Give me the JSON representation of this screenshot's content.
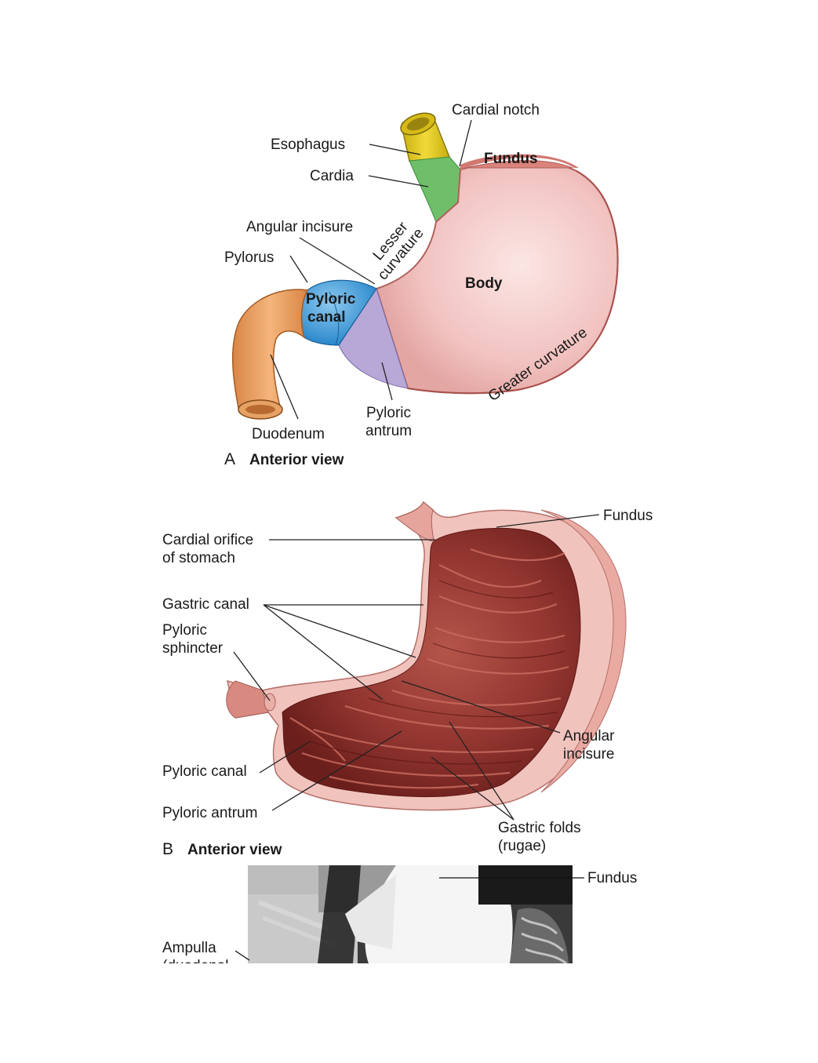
{
  "panel_a": {
    "letter": "A",
    "caption": "Anterior view",
    "labels": {
      "cardial_notch": "Cardial notch",
      "esophagus": "Esophagus",
      "cardia": "Cardia",
      "fundus": "Fundus",
      "angular_incisure": "Angular incisure",
      "pylorus": "Pylorus",
      "lesser_curvature_1": "Lesser",
      "lesser_curvature_2": "curvature",
      "body": "Body",
      "pyloric_canal_1": "Pyloric",
      "pyloric_canal_2": "canal",
      "greater_curvature": "Greater curvature",
      "pyloric_antrum_1": "Pyloric",
      "pyloric_antrum_2": "antrum",
      "duodenum": "Duodenum"
    },
    "colors": {
      "esophagus": "#e8cf1e",
      "cardia": "#6fbf6a",
      "fundus": "#d9837a",
      "body": "#f2c6c4",
      "pyloric_antrum": "#b8a8d8",
      "pyloric_canal": "#3a98d8",
      "duodenum": "#e39a5a"
    }
  },
  "panel_b": {
    "letter": "B",
    "caption": "Anterior view",
    "labels": {
      "fundus": "Fundus",
      "cardial_orifice_1": "Cardial orifice",
      "cardial_orifice_2": "of stomach",
      "gastric_canal": "Gastric canal",
      "pyloric_sphincter_1": "Pyloric",
      "pyloric_sphincter_2": "sphincter",
      "angular_incisure_1": "Angular",
      "angular_incisure_2": "incisure",
      "pyloric_canal": "Pyloric canal",
      "pyloric_antrum": "Pyloric antrum",
      "gastric_folds_1": "Gastric folds",
      "gastric_folds_2": "(rugae)"
    },
    "colors": {
      "mucosa": "#8e2f2a",
      "wall": "#f1c3bd"
    }
  },
  "panel_c": {
    "labels": {
      "fundus": "Fundus",
      "ampulla_1": "Ampulla",
      "ampulla_2": "(duodenal"
    }
  }
}
